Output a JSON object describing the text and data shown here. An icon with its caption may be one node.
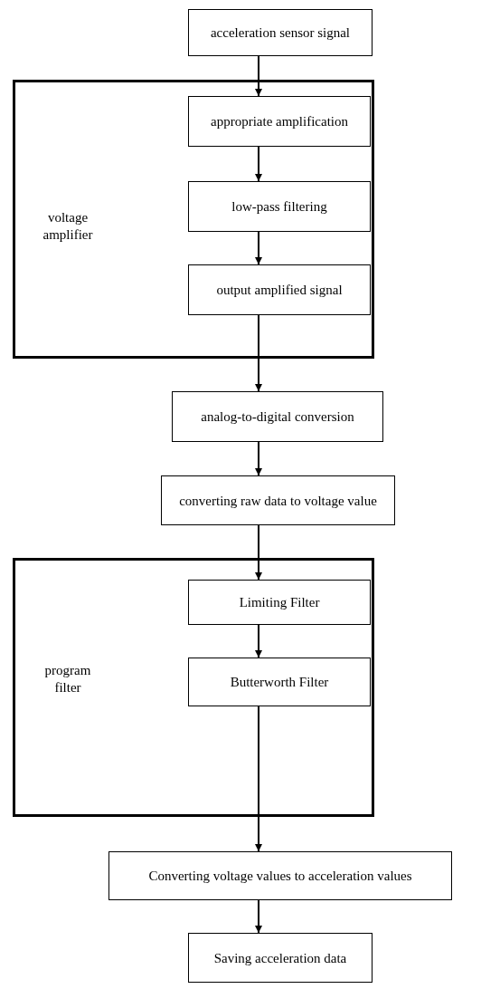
{
  "diagram": {
    "nodes": [
      {
        "text": [
          "acceleration sensor signal"
        ]
      },
      {
        "text": [
          "voltage amplifier"
        ]
      },
      {
        "text": [
          "appropriate amplification"
        ],
        "in": 1
      },
      {
        "text": [
          "low-pass filtering"
        ],
        "in": 1
      },
      {
        "text": [
          "output amplified signal"
        ],
        "in": 1
      },
      {
        "text": [
          "analog-to-digital conversion"
        ]
      },
      {
        "text": [
          "converting raw data to voltage value"
        ]
      },
      {
        "text": [
          "program filter"
        ]
      },
      {
        "text": [
          "Limiting Filter"
        ],
        "in": 7
      },
      {
        "text": [
          "Butterworth Filter"
        ],
        "in": 7
      },
      {
        "text": [
          "Converting voltage values to acceleration values"
        ]
      },
      {
        "text": [
          "Saving acceleration data"
        ]
      }
    ],
    "edges": [
      {
        "from": 0,
        "to": 2,
        "arrow": "to"
      },
      {
        "from": 2,
        "to": 3,
        "arrow": "to"
      },
      {
        "from": 3,
        "to": 4,
        "arrow": "to"
      },
      {
        "from": 4,
        "to": 5,
        "arrow": "to"
      },
      {
        "from": 5,
        "to": 6,
        "arrow": "to"
      },
      {
        "from": 6,
        "to": 8,
        "arrow": "to"
      },
      {
        "from": 8,
        "to": 9,
        "arrow": "to"
      },
      {
        "from": 9,
        "to": 10,
        "arrow": "to"
      },
      {
        "from": 10,
        "to": 11,
        "arrow": "to"
      }
    ]
  }
}
